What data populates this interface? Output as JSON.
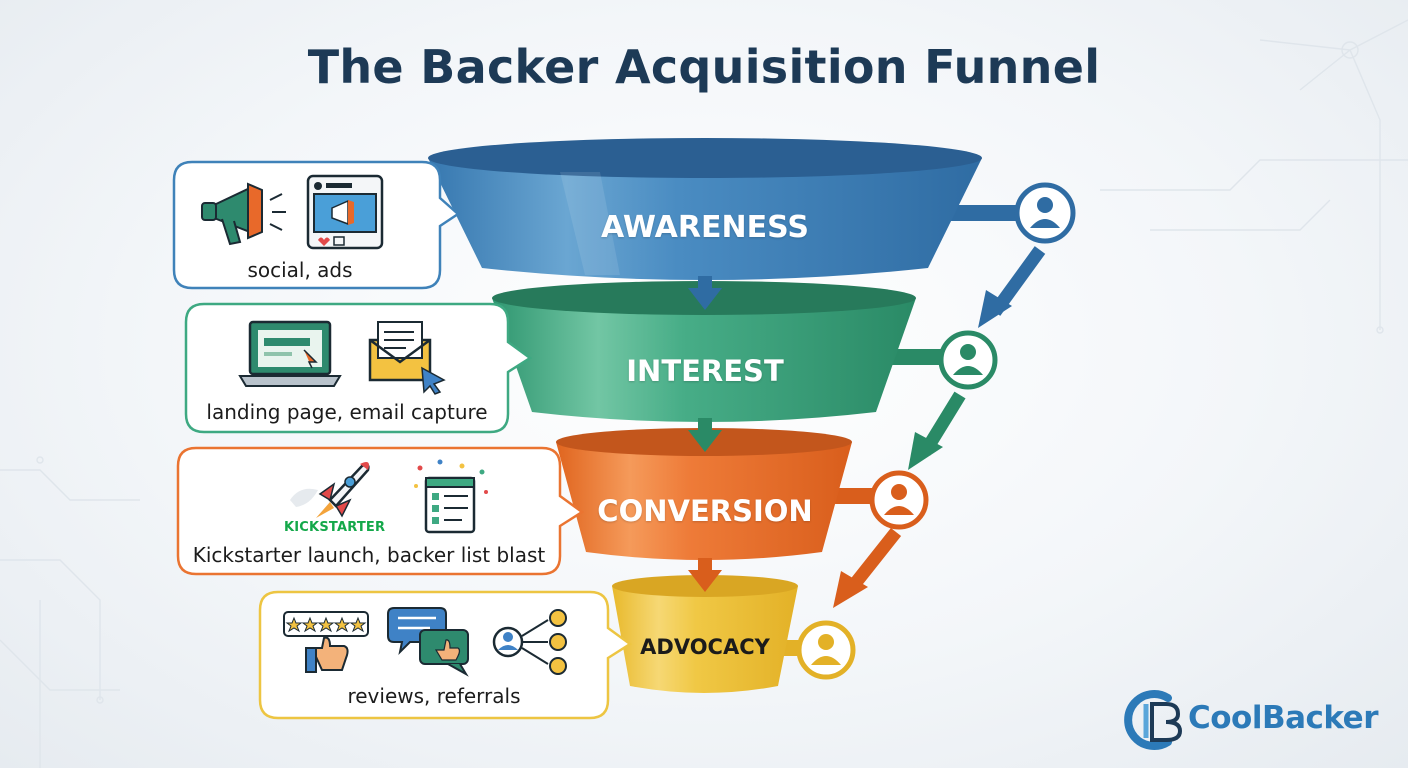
{
  "title": "The Backer Acquisition Funnel",
  "stages": [
    {
      "name": "AWARENESS",
      "color": "#3f82b9",
      "callout": "social, ads"
    },
    {
      "name": "INTEREST",
      "color": "#3ea982",
      "callout": "landing page, email capture"
    },
    {
      "name": "CONVERSION",
      "color": "#ea7431",
      "callout": "Kickstarter launch, backer list blast"
    },
    {
      "name": "ADVOCACY",
      "color": "#edc542",
      "callout": "reviews, referrals"
    }
  ],
  "kickstarter_logo_text": "KICKSTARTER",
  "brand": {
    "name": "CoolBacker",
    "color": "#2c7ab8"
  },
  "icons": [
    "megaphone-icon",
    "social-post-icon",
    "laptop-icon",
    "email-envelope-icon",
    "rocket-icon",
    "checklist-icon",
    "rating-stars-icon",
    "chat-bubbles-icon",
    "network-share-icon",
    "user-icon"
  ]
}
